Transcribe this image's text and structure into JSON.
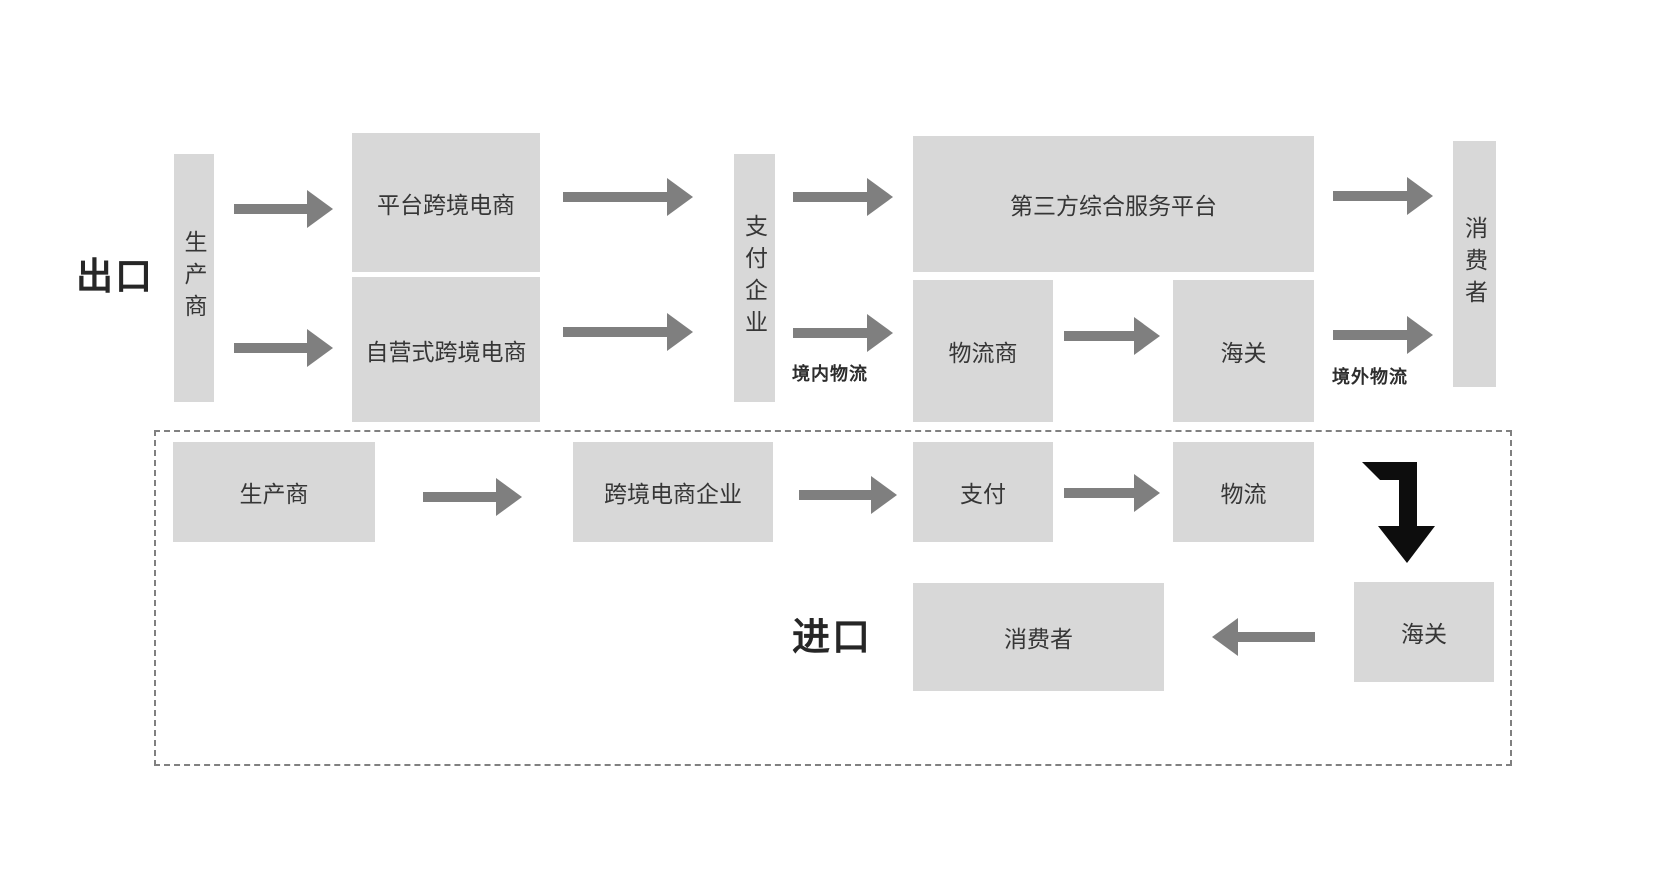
{
  "diagram": {
    "title_context": "cross-border e-commerce flow diagram",
    "colors": {
      "background": "#ffffff",
      "box_fill": "#d8d8d8",
      "arrow": "#7f7f7f",
      "black_arrow": "#0d0d0d",
      "text": "#363636",
      "section_label": "#262626",
      "dashed_border": "#808080"
    },
    "export_section": {
      "label": "出口",
      "nodes": {
        "producer": "生产商",
        "platform_ecommerce": "平台跨境电商",
        "self_operated_ecommerce": "自营式跨境电商",
        "payment_enterprise": "支付企业",
        "third_party_platform": "第三方综合服务平台",
        "logistics_provider": "物流商",
        "customs": "海关",
        "consumer": "消费者"
      },
      "arrow_labels": {
        "domestic_logistics": "境内物流",
        "overseas_logistics": "境外物流"
      }
    },
    "import_section": {
      "label": "进口",
      "nodes": {
        "producer": "生产商",
        "cbec_enterprise": "跨境电商企业",
        "payment": "支付",
        "logistics": "物流",
        "customs": "海关",
        "consumer": "消费者"
      }
    }
  }
}
